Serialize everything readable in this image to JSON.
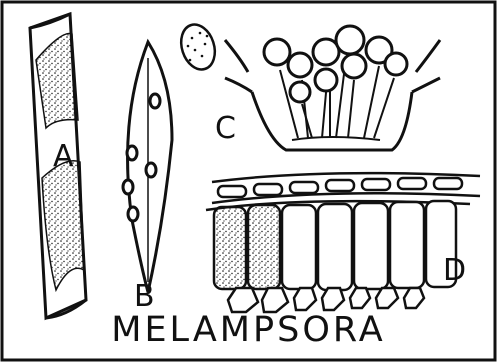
{
  "labels": {
    "a": "A",
    "b": "B",
    "c": "C",
    "d": "D"
  },
  "title": "MELAMPSORA",
  "colors": {
    "ink": "#111111",
    "paper": "#ffffff"
  }
}
